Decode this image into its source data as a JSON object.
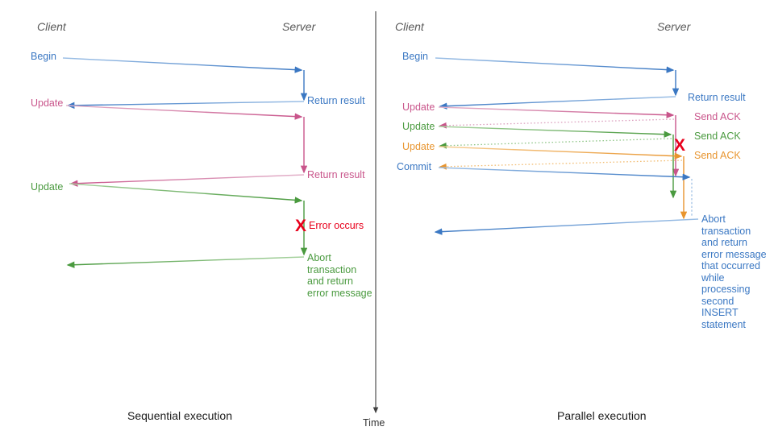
{
  "figure": {
    "background": "#ffffff",
    "divider_color": "#404040"
  },
  "colors": {
    "blue": "#3b78c3",
    "blue_light": "#7aa9dd",
    "pink": "#c9558b",
    "pink_light": "#dda2c0",
    "green": "#4a9a3f",
    "green_light": "#92c78a",
    "orange": "#e8952f",
    "orange_light": "#f2bd74",
    "red": "#e8001c",
    "actor_gray": "#595959",
    "caption_black": "#1a1a1a"
  },
  "time_axis": {
    "label": "Time"
  },
  "left_panel": {
    "caption": "Sequential execution",
    "client_label": "Client",
    "server_label": "Server",
    "messages": [
      {
        "text": "Begin",
        "color": "blue"
      },
      {
        "text": "Return result",
        "color": "blue"
      },
      {
        "text": "Update",
        "color": "pink"
      },
      {
        "text": "Return result",
        "color": "pink"
      },
      {
        "text": "Update",
        "color": "green"
      },
      {
        "text": "Error occurs",
        "color": "red"
      },
      {
        "text": "Abort\ntransaction\nand return\nerror message",
        "color": "green"
      }
    ],
    "error_marker": "X"
  },
  "right_panel": {
    "caption": "Parallel execution",
    "client_label": "Client",
    "server_label": "Server",
    "messages": [
      {
        "text": "Begin",
        "color": "blue"
      },
      {
        "text": "Return result",
        "color": "blue"
      },
      {
        "text": "Update",
        "color": "pink"
      },
      {
        "text": "Send ACK",
        "color": "pink"
      },
      {
        "text": "Update",
        "color": "green"
      },
      {
        "text": "Send ACK",
        "color": "green"
      },
      {
        "text": "Update",
        "color": "orange"
      },
      {
        "text": "Send ACK",
        "color": "orange"
      },
      {
        "text": "Commit",
        "color": "blue"
      },
      {
        "text": "Abort\ntransaction\nand return\nerror message\nthat occurred\nwhile\nprocessing\nsecond\nINSERT\nstatement",
        "color": "blue"
      }
    ],
    "error_marker": "X"
  },
  "chart_data": {
    "type": "sequence-diagram",
    "title": "Sequential execution vs Parallel execution",
    "panels": [
      {
        "name": "Sequential execution",
        "lanes": [
          "Client",
          "Server"
        ],
        "steps": [
          {
            "from": "Client",
            "to": "Server",
            "label": "Begin",
            "color": "#3b78c3",
            "style": "solid"
          },
          {
            "from": "Server",
            "to": "Client",
            "label": "Return result",
            "color": "#3b78c3",
            "style": "solid"
          },
          {
            "from": "Client",
            "to": "Server",
            "label": "Update",
            "color": "#c9558b",
            "style": "solid"
          },
          {
            "from": "Server",
            "to": "Client",
            "label": "Return result",
            "color": "#c9558b",
            "style": "solid"
          },
          {
            "from": "Client",
            "to": "Server",
            "label": "Update",
            "color": "#4a9a3f",
            "style": "solid"
          },
          {
            "from": "Server",
            "to": "Server",
            "label": "Error occurs",
            "color": "#e8001c",
            "style": "marker"
          },
          {
            "from": "Server",
            "to": "Client",
            "label": "Abort transaction and return error message",
            "color": "#4a9a3f",
            "style": "solid"
          }
        ]
      },
      {
        "name": "Parallel execution",
        "lanes": [
          "Client",
          "Server"
        ],
        "steps": [
          {
            "from": "Client",
            "to": "Server",
            "label": "Begin",
            "color": "#3b78c3",
            "style": "solid"
          },
          {
            "from": "Server",
            "to": "Client",
            "label": "Return result",
            "color": "#3b78c3",
            "style": "solid"
          },
          {
            "from": "Client",
            "to": "Server",
            "label": "Update",
            "color": "#c9558b",
            "style": "solid"
          },
          {
            "from": "Server",
            "to": "Client",
            "label": "Send ACK",
            "color": "#c9558b",
            "style": "dotted"
          },
          {
            "from": "Client",
            "to": "Server",
            "label": "Update",
            "color": "#4a9a3f",
            "style": "solid"
          },
          {
            "from": "Server",
            "to": "Client",
            "label": "Send ACK",
            "color": "#4a9a3f",
            "style": "dotted"
          },
          {
            "from": "Client",
            "to": "Server",
            "label": "Update",
            "color": "#e8952f",
            "style": "solid"
          },
          {
            "from": "Server",
            "to": "Client",
            "label": "Send ACK",
            "color": "#e8952f",
            "style": "dotted"
          },
          {
            "from": "Client",
            "to": "Server",
            "label": "Commit",
            "color": "#3b78c3",
            "style": "solid"
          },
          {
            "from": "Server",
            "to": "Server",
            "label": "Error occurs",
            "color": "#e8001c",
            "style": "marker"
          },
          {
            "from": "Server",
            "to": "Client",
            "label": "Abort transaction and return error message that occurred while processing second INSERT statement",
            "color": "#3b78c3",
            "style": "solid"
          }
        ]
      }
    ]
  }
}
